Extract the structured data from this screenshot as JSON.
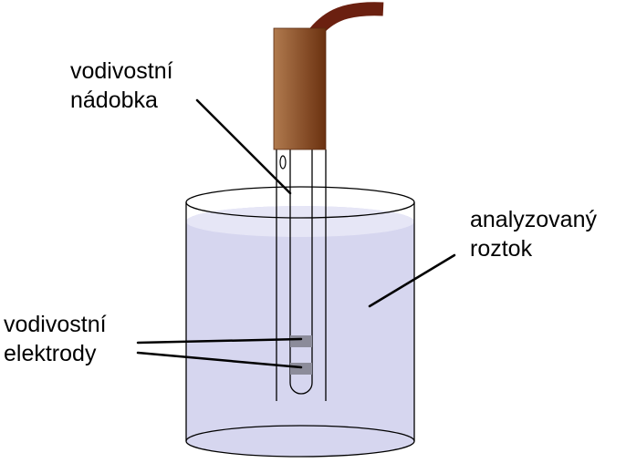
{
  "labels": {
    "cell": [
      "vodivostní",
      "nádobka"
    ],
    "solution": [
      "analyzovaný",
      "roztok"
    ],
    "electrodes": [
      "vodivostní",
      "elektrody"
    ]
  },
  "colors": {
    "liquid": "#d6d6ef",
    "liquid_surface": "#e6e6f6",
    "cap_light": "#b07a4e",
    "cap_dark": "#6b3110",
    "cable": "#6b2010",
    "electrode": "#8c8c9a",
    "outline": "#000000"
  },
  "icons": [
    "conductivity-cell",
    "beaker",
    "electrode-band",
    "cable"
  ]
}
